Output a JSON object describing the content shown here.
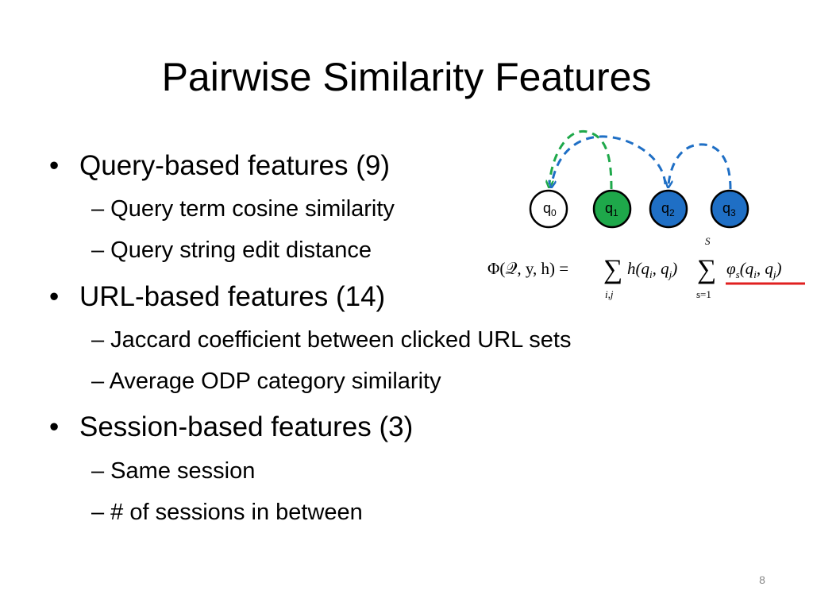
{
  "slide": {
    "title": "Pairwise Similarity Features",
    "page_number": "8"
  },
  "bullets": [
    {
      "text": "Query-based features (9)",
      "subitems": [
        "– Query term cosine similarity",
        "– Query string edit distance"
      ]
    },
    {
      "text": "URL-based features (14)",
      "subitems": [
        "– Jaccard coefficient between clicked URL sets",
        "– Average ODP category similarity"
      ]
    },
    {
      "text": "Session-based features (3)",
      "subitems": [
        "– Same session",
        "– # of sessions in between"
      ]
    }
  ],
  "bullet_symbol": "•",
  "query_nodes": [
    {
      "label": "q",
      "sub": "0",
      "fill": "#ffffff"
    },
    {
      "label": "q",
      "sub": "1",
      "fill": "#1ea84a"
    },
    {
      "label": "q",
      "sub": "2",
      "fill": "#1f6fc5"
    },
    {
      "label": "q",
      "sub": "3",
      "fill": "#1f6fc5"
    }
  ],
  "edge_colors": {
    "green": "#1ea84a",
    "blue": "#1f6fc5"
  },
  "formula": {
    "lhs": "Φ(𝒬, y, h) = ",
    "sum1": "∑",
    "sum1_sub": "i,j",
    "term1": "h(q",
    "term1_sub1": "i",
    "term1_mid": ", q",
    "term1_sub2": "j",
    "term1_end": ")",
    "sum2": "∑",
    "sum2_sup": "S",
    "sum2_sub": "s=1",
    "term2": "φ",
    "term2_sub": "s",
    "term2_rest": "(q",
    "term2_sub1": "i",
    "term2_mid": ", q",
    "term2_sub2": "j",
    "term2_end": ")",
    "underline_color": "#e02020"
  }
}
